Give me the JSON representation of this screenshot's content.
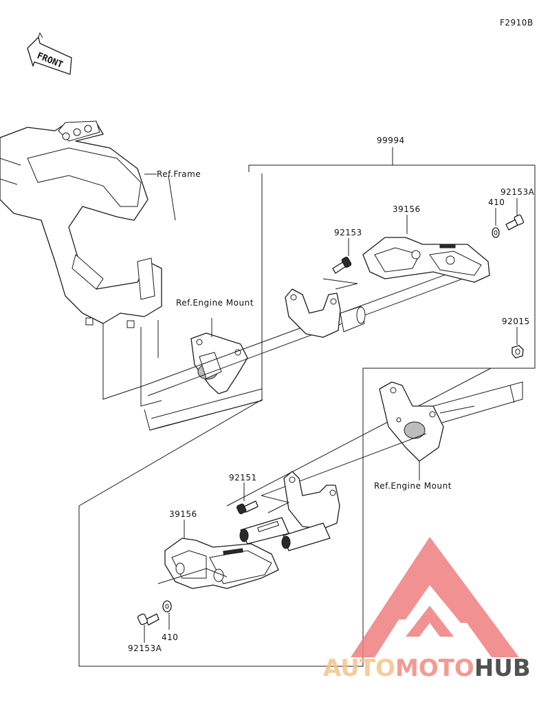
{
  "diagram_code": "F2910B",
  "front_label": "FRONT",
  "ref_frame_label": "Ref.Frame",
  "ref_engine_mount_label": "Ref.Engine Mount",
  "parts": {
    "kit": "99994",
    "slider_top": "39156",
    "bolt_top": "92153",
    "washer_top": "410",
    "bolt_top_right": "92153A",
    "nut": "92015",
    "bolt_bottom": "92151",
    "slider_bottom": "39156",
    "washer_bottom": "410",
    "bolt_bottom_left": "92153A"
  },
  "watermark": {
    "part1": "AUTO",
    "part2": "MOTO",
    "part3": "HUB",
    "color_auto": "#f4c48a",
    "color_moto": "#f08a80",
    "color_hub": "#333333",
    "logo_color": "#f07e7e"
  }
}
